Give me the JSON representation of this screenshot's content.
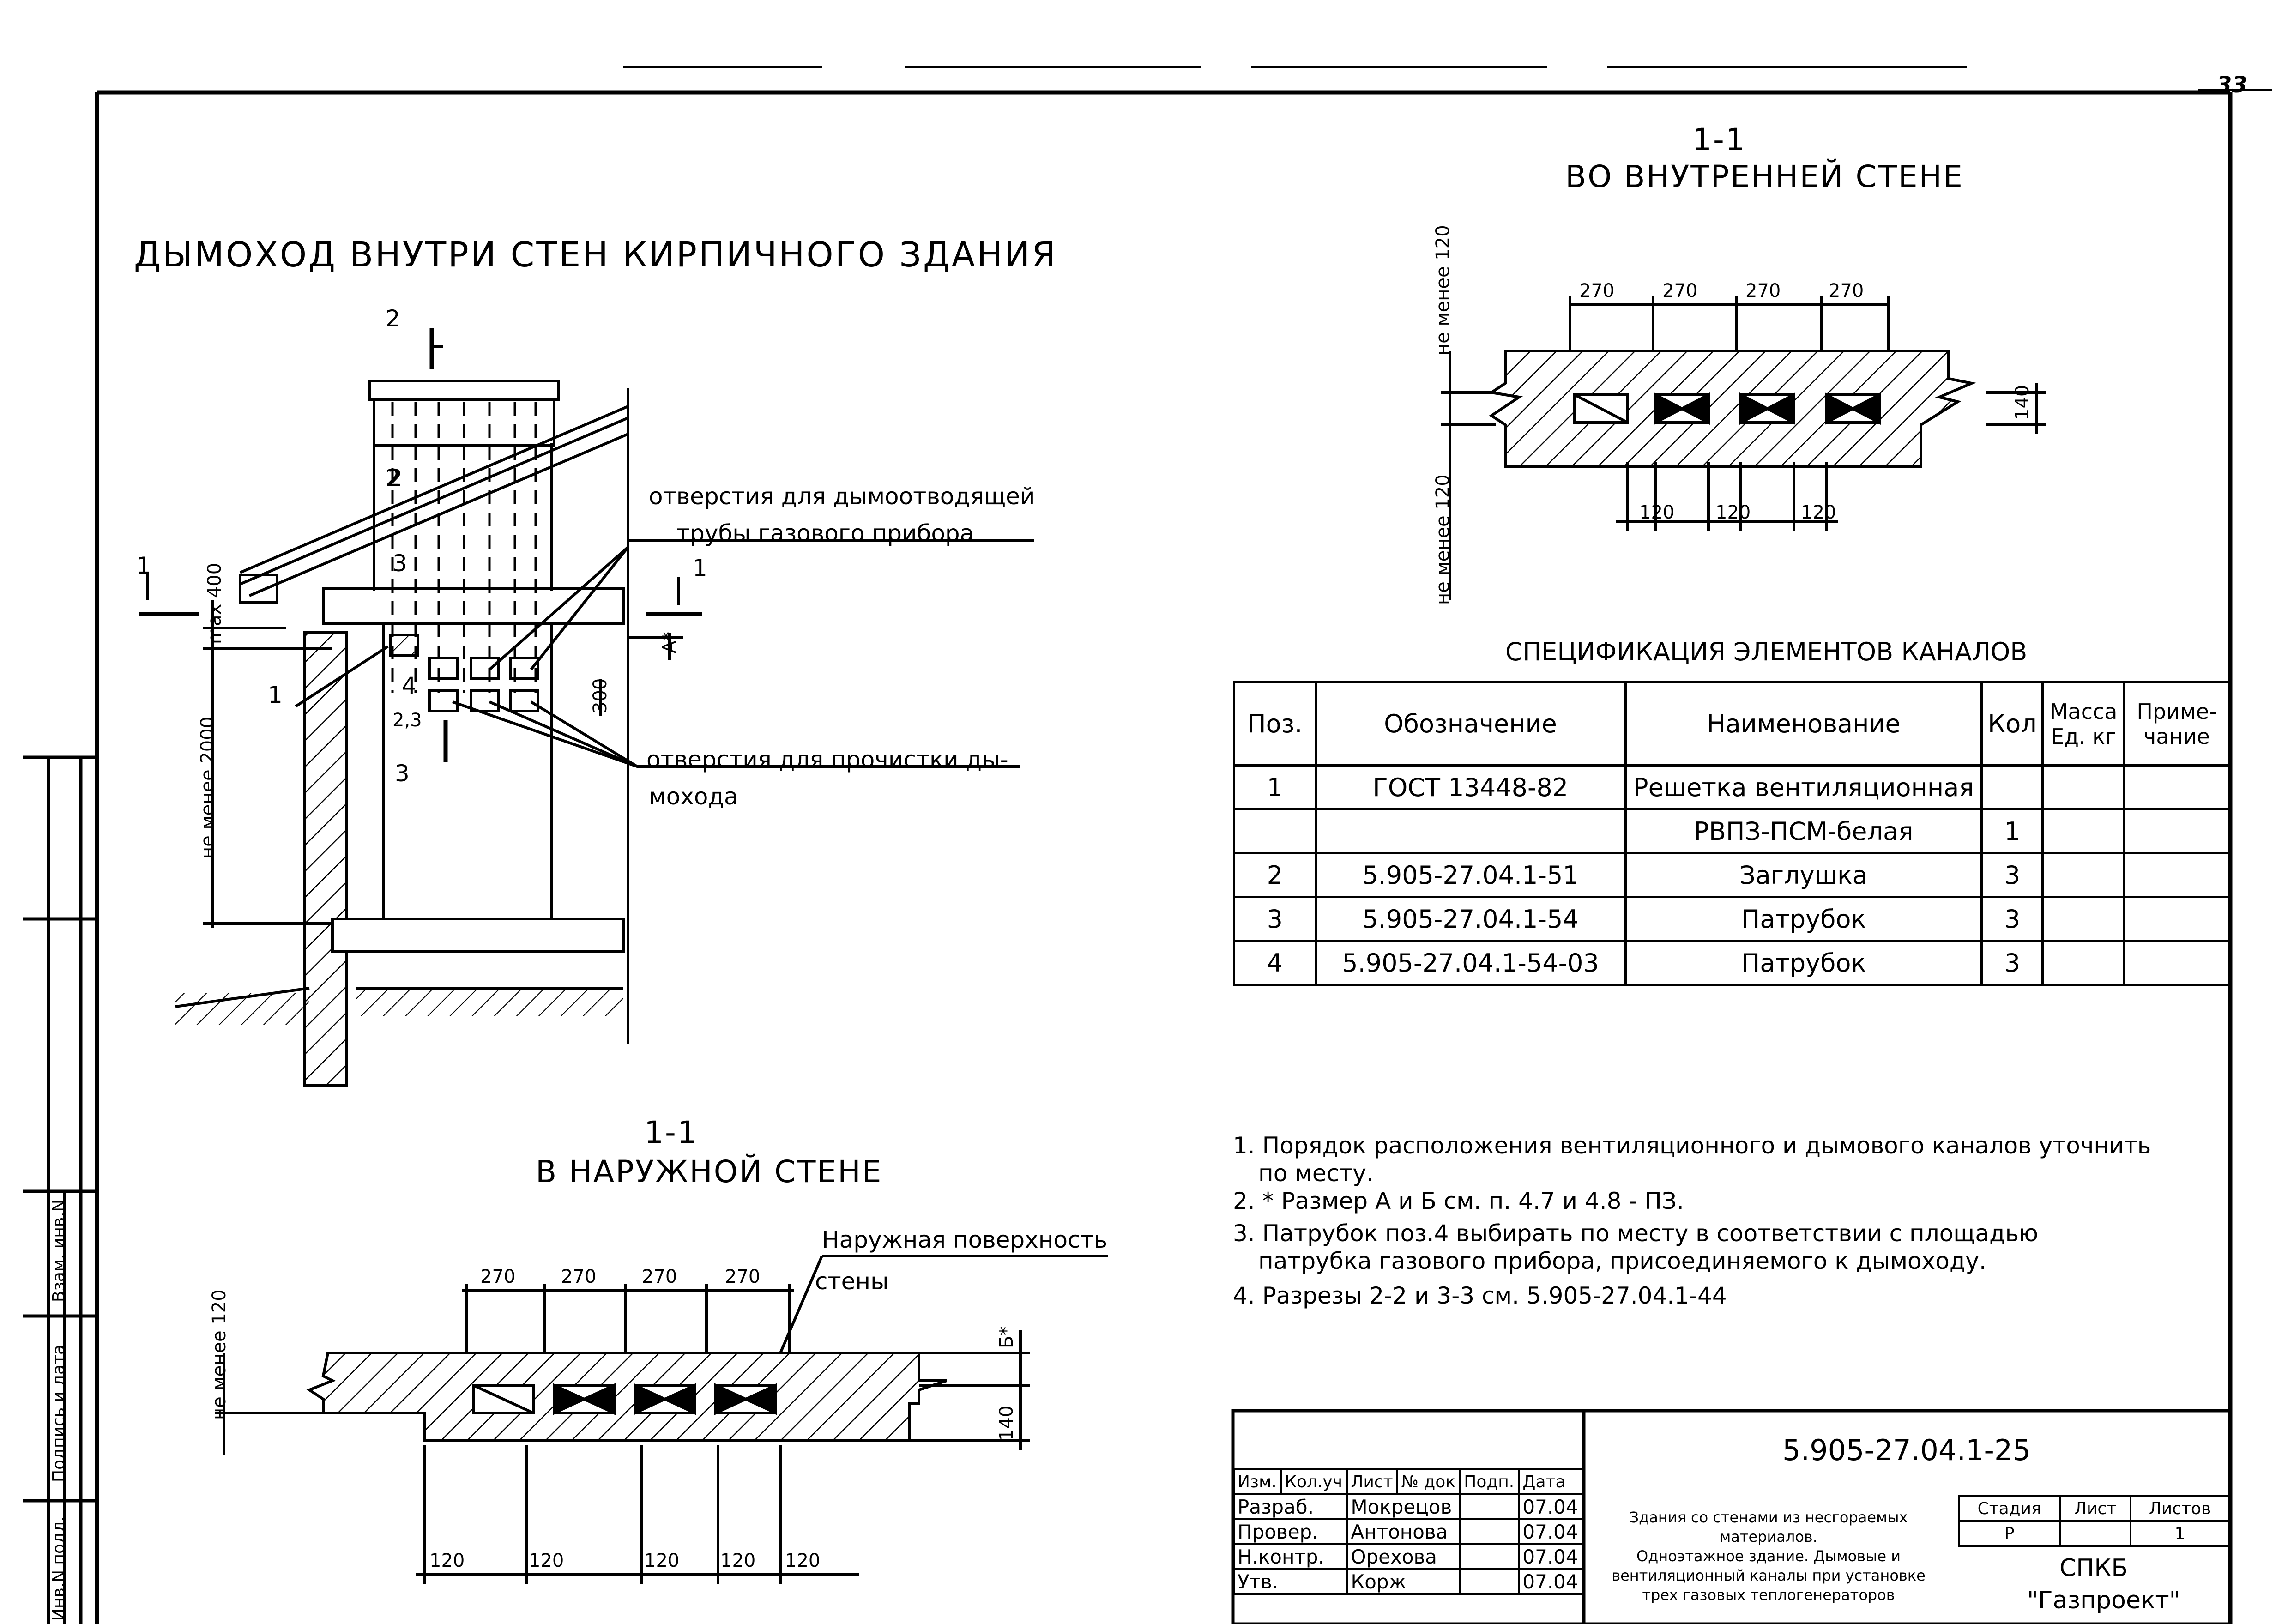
{
  "sheet_number": "33",
  "main_title": "ДЫМОХОД ВНУТРИ СТЕН КИРПИЧНОГО ЗДАНИЯ",
  "elevation": {
    "labels": [
      "отверстия для дымоотводящей",
      "трубы газового прибора",
      "отверстия для прочистки ды-",
      "мохода"
    ],
    "callouts": [
      "1",
      "2",
      "3",
      "4",
      "2,3",
      "1",
      "1",
      "2",
      "3",
      "2"
    ],
    "dims": [
      "max 400",
      "не менее 2000",
      "300",
      "А*"
    ]
  },
  "section_inner": {
    "title_1": "1-1",
    "title_2": "ВО ВНУТРЕННЕЙ СТЕНЕ",
    "dims_top": [
      "270",
      "270",
      "270",
      "270"
    ],
    "dims_bottom": [
      "120",
      "120",
      "120"
    ],
    "side_top": "не менее 120",
    "side_bottom": "не менее 120",
    "thickness": "140"
  },
  "section_outer": {
    "title_1": "1-1",
    "title_2": "В НАРУЖНОЙ СТЕНЕ",
    "surface_label_1": "Наружная поверхность",
    "surface_label_2": "стены",
    "dims_top": [
      "270",
      "270",
      "270",
      "270"
    ],
    "dims_bottom": [
      "120",
      "120",
      "120",
      "120",
      "120"
    ],
    "side": "не менее 120",
    "b_dim": "Б*",
    "thickness": "140"
  },
  "spec": {
    "title": "СПЕЦИФИКАЦИЯ ЭЛЕМЕНТОВ КАНАЛОВ",
    "headers": [
      "Поз.",
      "Обозначение",
      "Наименование",
      "Кол",
      "Масса Ед. кг",
      "Приме-чание"
    ],
    "rows": [
      [
        "1",
        "ГОСТ 13448-82",
        "Решетка вентиляционная",
        "",
        "",
        ""
      ],
      [
        "",
        "",
        "РВПЗ-ПСМ-белая",
        "1",
        "",
        ""
      ],
      [
        "2",
        "5.905-27.04.1-51",
        "Заглушка",
        "3",
        "",
        ""
      ],
      [
        "3",
        "5.905-27.04.1-54",
        "Патрубок",
        "3",
        "",
        ""
      ],
      [
        "4",
        "5.905-27.04.1-54-03",
        "Патрубок",
        "3",
        "",
        ""
      ]
    ]
  },
  "notes": [
    "1. Порядок расположения вентиляционного и дымового каналов уточнить",
    "по месту.",
    "2. * Размер А и Б см. п. 4.7 и 4.8 - ПЗ.",
    "3. Патрубок поз.4 выбирать по месту в соответствии с площадью",
    "патрубка газового прибора, присоединяемого к дымоходу.",
    "4. Разрезы 2-2 и 3-3 см. 5.905-27.04.1-44"
  ],
  "title_block": {
    "code": "5.905-27.04.1-25",
    "header_cols": [
      "Изм.",
      "Кол.уч",
      "Лист",
      "№ док",
      "Подп.",
      "Дата"
    ],
    "people": [
      {
        "role": "Разраб.",
        "name": "Мокрецов",
        "date": "07.04"
      },
      {
        "role": "Провер.",
        "name": "Антонова",
        "date": "07.04"
      },
      {
        "role": "Н.контр.",
        "name": "Орехова",
        "date": "07.04"
      },
      {
        "role": "Утв.",
        "name": "Корж",
        "date": "07.04"
      }
    ],
    "description": [
      "Здания со стенами из несгораемых",
      "материалов.",
      "Одноэтажное здание. Дымовые и",
      "вентиляционный каналы при установке",
      "трех газовых теплогенераторов"
    ],
    "stage_label": "Стадия",
    "sheet_label": "Лист",
    "sheets_label": "Листов",
    "stage": "Р",
    "sheets": "1",
    "org_1": "СПКБ",
    "org_2": "\"Газпроект\""
  },
  "side_stamp": [
    "Взам. инв.N",
    "Подпись и дата",
    "Инв.N подл."
  ]
}
